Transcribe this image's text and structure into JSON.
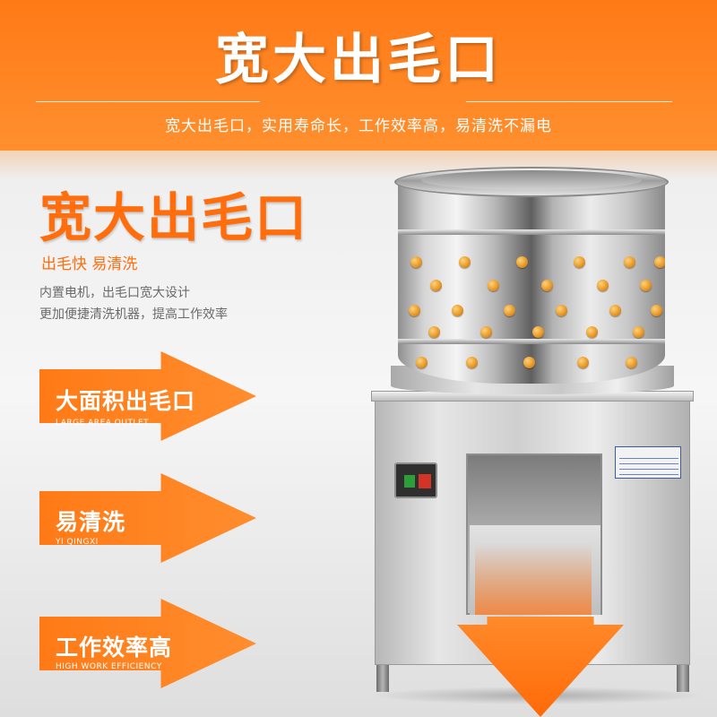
{
  "header": {
    "title": "宽大出毛口",
    "subtitle": "宽大出毛口，实用寿命长，工作效率高，易清洗不漏电"
  },
  "feature": {
    "title": "宽大出毛口",
    "tagline": "出毛快  易清洗",
    "desc_line1": "内置电机，出毛口宽大设计",
    "desc_line2": "更加便捷清洗机器，提高工作效率"
  },
  "banners": [
    {
      "label": "大面积出毛口",
      "en": "LARGE AREA OUTLET"
    },
    {
      "label": "易清洗",
      "en": "YI QINGXI"
    },
    {
      "label": "工作效率高",
      "en": "HIGH WORK EFFICIENCY"
    }
  ],
  "colors": {
    "accent": "#ff7a16",
    "header_bg": "#ff8a26",
    "text_gray": "#6a6a6a"
  }
}
